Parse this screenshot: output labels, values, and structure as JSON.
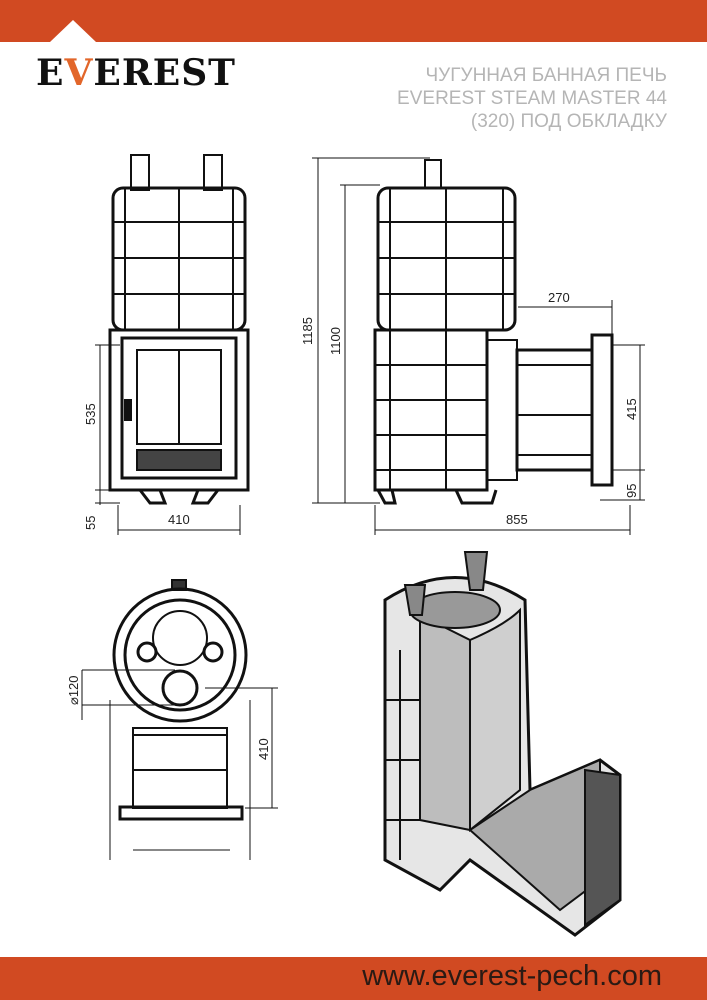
{
  "brand": {
    "logo_text": "EVEREST",
    "accent_color": "#d14a22"
  },
  "title": {
    "line1": "ЧУГУННАЯ БАННАЯ ПЕЧЬ",
    "line2": "EVEREST STEAM MASTER 44",
    "line3": "(320) ПОД ОБКЛАДКУ"
  },
  "dimensions": {
    "front": {
      "door_height": "535",
      "leg_height": "55",
      "width": "410"
    },
    "side": {
      "total_height": "1185",
      "body_height": "1100",
      "flue_length": "270",
      "flue_height": "415",
      "flue_base": "95",
      "total_depth": "855"
    },
    "top": {
      "chimney_diameter": "⌀120",
      "flue_offset": "410"
    }
  },
  "footer": {
    "url": "www.everest-pech.com"
  }
}
